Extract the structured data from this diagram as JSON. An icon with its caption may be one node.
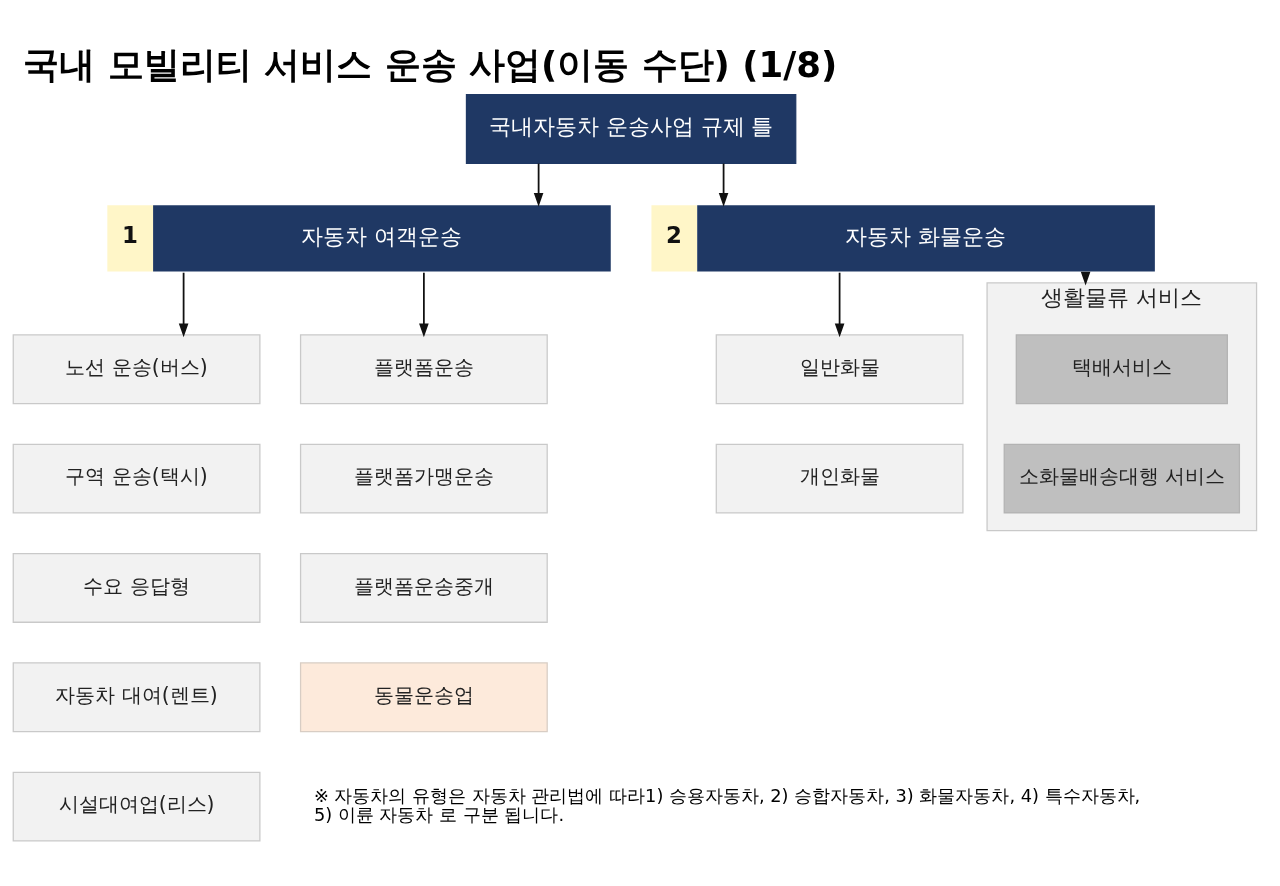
{
  "diagram": {
    "title": "국내 모빌리티 서비스 운송 사업(이동 수단) (1/8)",
    "nodes": [
      {
        "text": [
          "국내자동차 운송사업 규제 틀"
        ]
      },
      {
        "text": [
          "1",
          "자동차 여객운송"
        ]
      },
      {
        "text": [
          "노선 운송(버스)"
        ]
      },
      {
        "text": [
          "구역 운송(택시)"
        ]
      },
      {
        "text": [
          "수요 응답형"
        ]
      },
      {
        "text": [
          "자동차 대여(렌트)"
        ]
      },
      {
        "text": [
          "시설대여업(리스)"
        ]
      },
      {
        "text": [
          "플랫폼운송"
        ]
      },
      {
        "text": [
          "플랫폼가맹운송"
        ]
      },
      {
        "text": [
          "플랫폼운송중개"
        ]
      },
      {
        "text": [
          "동물운송업"
        ]
      },
      {
        "text": [
          "2",
          "자동차 화물운송"
        ]
      },
      {
        "text": [
          "일반화물"
        ]
      },
      {
        "text": [
          "개인화물"
        ]
      },
      {
        "text": [
          "생활물류 서비스"
        ]
      },
      {
        "text": [
          "택배서비스"
        ],
        "in": 14
      },
      {
        "text": [
          "소화물배송대행 서비스"
        ],
        "in": 14
      }
    ],
    "edges": [
      {
        "from": 0,
        "to": 1,
        "arrow": "to"
      },
      {
        "from": 0,
        "to": 11,
        "arrow": "to"
      },
      {
        "from": 1,
        "to": 2,
        "arrow": "to"
      },
      {
        "from": 1,
        "to": 7,
        "arrow": "to"
      },
      {
        "from": 11,
        "to": 12,
        "arrow": "to"
      },
      {
        "from": 11,
        "to": 14,
        "arrow": "to"
      }
    ],
    "labels": [
      "※ 자동차의 유형은 자동차 관리법에 따라1) 승용자동차, 2) 승합자동차, 3) 화물자동차, 4) 특수자동차, 5) 이륜 자동차 로 구분 됩니다."
    ]
  }
}
